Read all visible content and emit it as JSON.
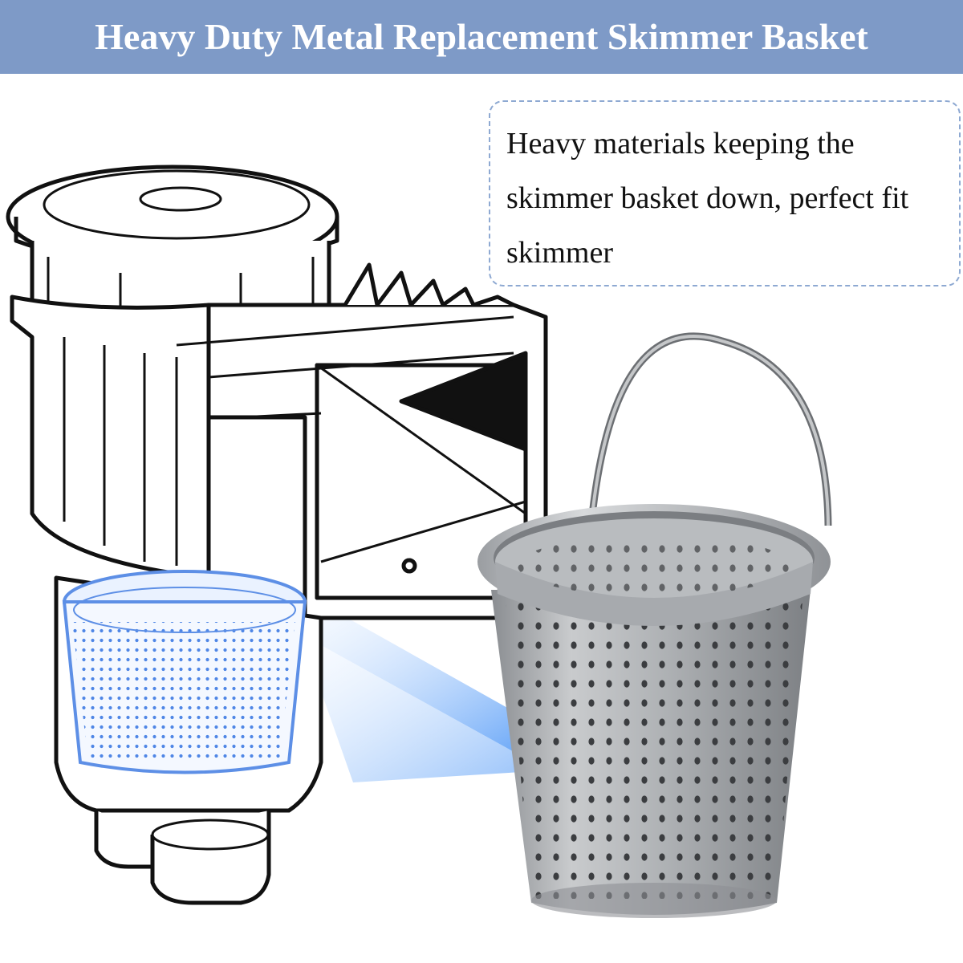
{
  "banner": {
    "title": "Heavy Duty Metal Replacement Skimmer Basket",
    "background": "#7e9ac7",
    "text_color": "#ffffff"
  },
  "callout": {
    "text": "Heavy materials keeping the skimmer basket down, perfect fit skimmer",
    "border_color": "#8ea9d2"
  },
  "illustration": {
    "skimmer": "pool-skimmer-line-drawing",
    "inner_basket": "blue-plastic-basket",
    "product": "metal-skimmer-basket",
    "accent": "#6fa8f5"
  }
}
